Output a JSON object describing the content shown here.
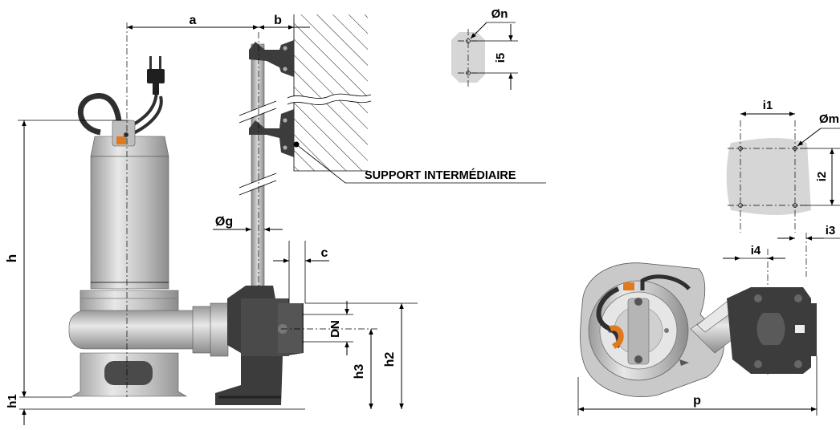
{
  "labels": {
    "a": "a",
    "b": "b",
    "c": "c",
    "n": "Øn",
    "i5": "i5",
    "i1": "i1",
    "m": "Øm",
    "i2": "i2",
    "i3": "i3",
    "i4": "i4",
    "g": "Øg",
    "h": "h",
    "h1": "h1",
    "h2": "h2",
    "h3": "h3",
    "dn": "DN",
    "p": "p",
    "support": "SUPPORT INTERMÉDIAIRE"
  },
  "colors": {
    "pump_body": "#c9c9c9",
    "pump_dark": "#8a8a8a",
    "foot_dark": "#3c3c3c",
    "accent_orange": "#e07a1f",
    "plate_gray": "#d6d6d6"
  }
}
